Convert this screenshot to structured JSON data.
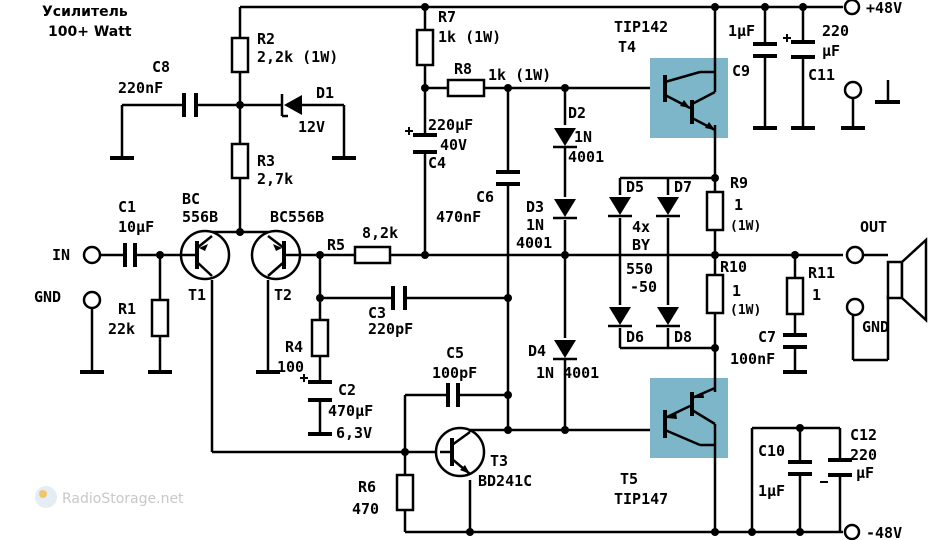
{
  "title": {
    "line1": "Усилитель",
    "line2": "100+ Watt"
  },
  "watermark": "RadioStorage.net",
  "rails": {
    "positive": "+48V",
    "negative": "-48V"
  },
  "terminals": {
    "in": "IN",
    "gnd_in": "GND",
    "out": "OUT",
    "gnd_out": "GND"
  },
  "components": {
    "R1": {
      "name": "R1",
      "value": "22k"
    },
    "R2": {
      "name": "R2",
      "value": "2,2k (1W)"
    },
    "R3": {
      "name": "R3",
      "value": "2,7k"
    },
    "R4": {
      "name": "R4",
      "value": "100"
    },
    "R5": {
      "name": "R5",
      "value": "8,2k"
    },
    "R6": {
      "name": "R6",
      "value": "470"
    },
    "R7": {
      "name": "R7",
      "value": "1k (1W)"
    },
    "R8": {
      "name": "R8",
      "value": "1k (1W)"
    },
    "R9": {
      "name": "R9",
      "value": "1",
      "power": "(1W)"
    },
    "R10": {
      "name": "R10",
      "value": "1",
      "power": "(1W)"
    },
    "R11": {
      "name": "R11",
      "value": "1"
    },
    "C1": {
      "name": "C1",
      "value": "10µF"
    },
    "C2": {
      "name": "C2",
      "value": "470µF",
      "voltage": "6,3V"
    },
    "C3": {
      "name": "C3",
      "value": "220pF"
    },
    "C4": {
      "name": "C4",
      "value": "220µF",
      "voltage": "40V"
    },
    "C5": {
      "name": "C5",
      "value": "100pF"
    },
    "C6": {
      "name": "C6",
      "value": "470nF"
    },
    "C7": {
      "name": "C7",
      "value": "100nF"
    },
    "C8": {
      "name": "C8",
      "value": "220nF"
    },
    "C9": {
      "name": "C9",
      "value": "1µF"
    },
    "C10": {
      "name": "C10",
      "value": "1µF"
    },
    "C11": {
      "name": "C11",
      "value_line1": "220",
      "value_line2": "µF"
    },
    "C12": {
      "name": "C12",
      "value_line1": "220",
      "value_line2": "µF"
    },
    "D1": {
      "name": "D1",
      "value": "12V"
    },
    "D2": {
      "name": "D2",
      "value_line1": "1N",
      "value_line2": "4001"
    },
    "D3": {
      "name": "D3",
      "value_line1": "1N",
      "value_line2": "4001"
    },
    "D4": {
      "name": "D4",
      "value": "1N 4001"
    },
    "D5": {
      "name": "D5"
    },
    "D6": {
      "name": "D6"
    },
    "D7": {
      "name": "D7"
    },
    "D8": {
      "name": "D8"
    },
    "D_group": {
      "line1": "4x",
      "line2": "BY",
      "line3": "550",
      "line4": "-50"
    },
    "T1": {
      "name": "T1",
      "type_line1": "BC",
      "type_line2": "556B"
    },
    "T2": {
      "name": "T2",
      "type": "BC556B"
    },
    "T3": {
      "name": "T3",
      "type": "BD241C"
    },
    "T4": {
      "name": "T4",
      "type": "TIP142"
    },
    "T5": {
      "name": "T5",
      "type": "TIP147"
    }
  }
}
